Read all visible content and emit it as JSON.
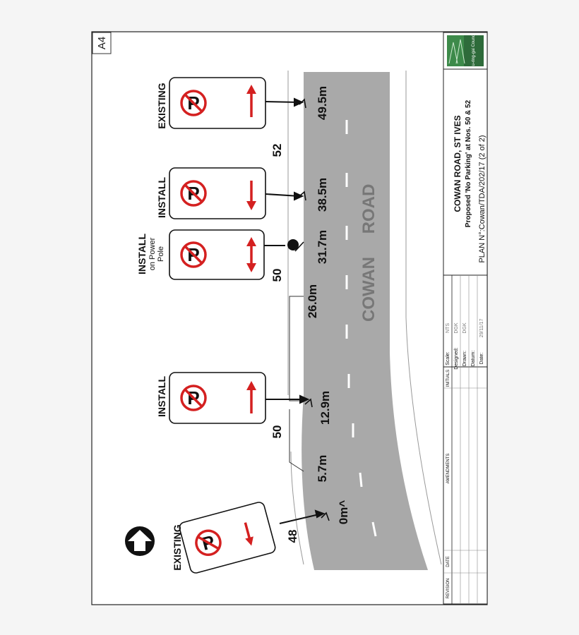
{
  "sheet_size": "A4",
  "road_name": {
    "word1": "COWAN",
    "word2": "ROAD"
  },
  "north_arrow": "north-arrow-icon",
  "property_numbers": [
    "48",
    "50",
    "50",
    "52"
  ],
  "distances": [
    "0m^",
    "5.7m",
    "12.9m",
    "26.0m",
    "31.7m",
    "38.5m",
    "49.5m"
  ],
  "signs": [
    {
      "status": "EXISTING",
      "arrow": "down"
    },
    {
      "status": "INSTALL",
      "arrow": "up"
    },
    {
      "status": "INSTALL",
      "status2": "on Power",
      "status3": "Pole",
      "arrow": "both"
    },
    {
      "status": "INSTALL",
      "arrow": "down"
    },
    {
      "status": "EXISTING",
      "arrow": "up"
    }
  ],
  "title_block": {
    "title": "COWAN ROAD, ST IVES",
    "subtitle": "Proposed 'No Parking' at Nos. 50 & 52",
    "plan_no": "PLAN N°:Cowan/TDA/202/17 (2 of 2)",
    "logo_text": "Ku-ring-gai Council"
  },
  "revision_table": {
    "headers": [
      "REVISION",
      "DATE",
      "AMENDMENTS",
      "INITIALS"
    ]
  },
  "details": [
    {
      "label": "Scale:",
      "value": "NTS"
    },
    {
      "label": "Designed:",
      "value": "DGK"
    },
    {
      "label": "Drawn:",
      "value": "DGK"
    },
    {
      "label": "Datum:",
      "value": ""
    },
    {
      "label": "Date:",
      "value": "29/11/17"
    }
  ],
  "colors": {
    "road": "#a9a9a9",
    "sign_red": "#d42020",
    "ink": "#111111"
  }
}
